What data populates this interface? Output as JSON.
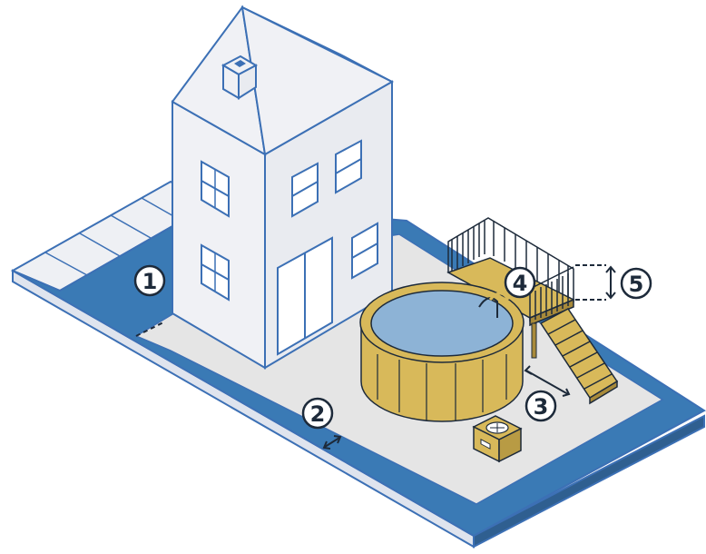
{
  "colors": {
    "outline": "#3c70b5",
    "ground": "#e5e5e5",
    "ground_edge": "#c9d3e3",
    "zone": "#3a7ab5",
    "zone_side": "#2f5f90",
    "sidewalk": "#eef0f4",
    "house_wall": "#f0f1f5",
    "house_side": "#e5e7ec",
    "pool_water": "#8db3d6",
    "pool_wall": "#d8b95a",
    "pool_wall_dark": "#b89b44",
    "deck": "#d8b95a",
    "deck_dark": "#a88a3a",
    "window_fill": "#ffffff",
    "ac_unit": "#d8b95a"
  },
  "icons": [
    "house",
    "chimney",
    "above-ground-pool",
    "deck",
    "deck-stairs",
    "deck-railing",
    "ac-condenser",
    "sidewalk",
    "dimension-arrow"
  ],
  "callouts": [
    {
      "id": "1",
      "label": "1"
    },
    {
      "id": "2",
      "label": "2"
    },
    {
      "id": "3",
      "label": "3"
    },
    {
      "id": "4",
      "label": "4"
    },
    {
      "id": "5",
      "label": "5"
    }
  ]
}
